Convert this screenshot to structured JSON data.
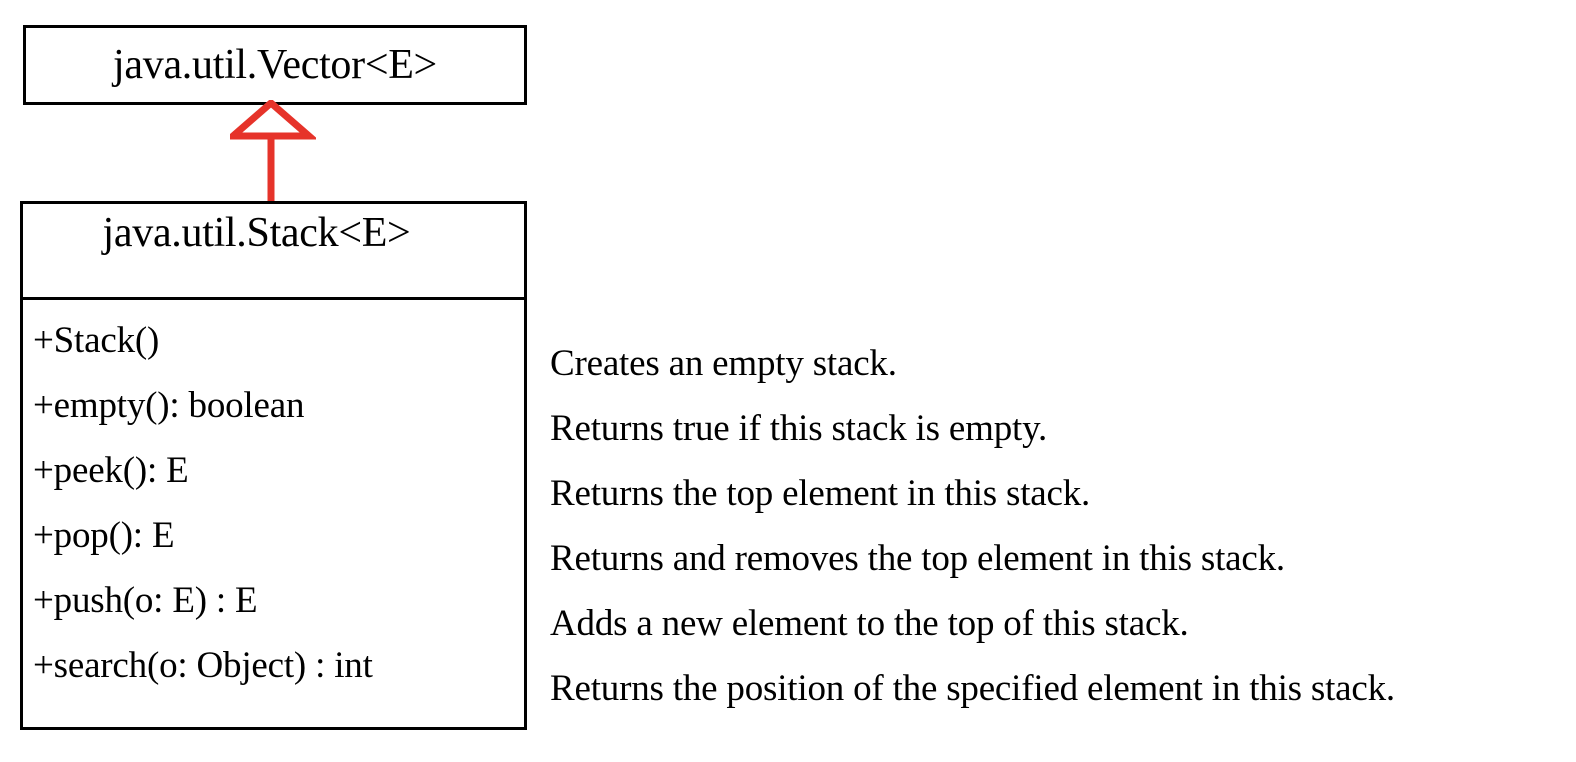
{
  "diagram": {
    "type": "uml-class-diagram",
    "relationship": "inheritance",
    "arrow_color": "#e6332a",
    "border_color": "#000000",
    "background_color": "#ffffff"
  },
  "superclass": {
    "name": "java.util.Vector<E>"
  },
  "subclass": {
    "name": "java.util.Stack<E>",
    "methods": [
      {
        "signature": "+Stack()",
        "description": "Creates an empty stack."
      },
      {
        "signature": "+empty(): boolean",
        "description": "Returns true if this stack is empty."
      },
      {
        "signature": "+peek(): E",
        "description": "Returns the top element in this stack."
      },
      {
        "signature": "+pop(): E",
        "description": "Returns and removes the top element in this stack."
      },
      {
        "signature": "+push(o: E) : E",
        "description": "Adds a new element to the top of this stack."
      },
      {
        "signature": "+search(o: Object) : int",
        "description": "Returns the position of the specified element in this stack."
      }
    ]
  }
}
